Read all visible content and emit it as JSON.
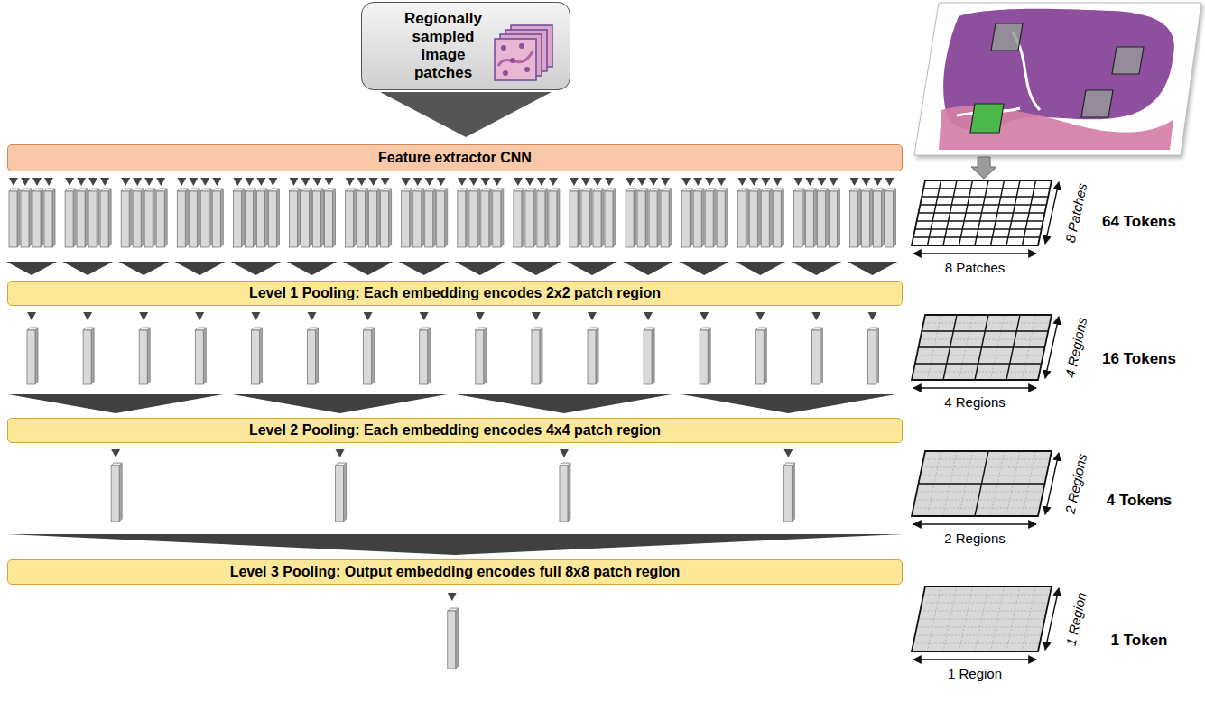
{
  "diagram": {
    "nodes": [
      {
        "text": [
          "Regionally sampled image patches"
        ]
      },
      {
        "text": [
          "Feature extractor CNN"
        ]
      },
      {
        "text": [
          "Level 1 Pooling: Each embedding encodes 2x2 patch region"
        ]
      },
      {
        "text": [
          "Level 2 Pooling: Each embedding encodes 4x4 patch region"
        ]
      },
      {
        "text": [
          "Level 3 Pooling: Output embedding encodes full 8x8 patch region"
        ]
      }
    ],
    "edges": [
      {
        "from": 0,
        "to": 1,
        "arrow": "to"
      }
    ],
    "labels": [
      "8 Patches",
      "64 Tokens",
      "8 Patches",
      "4 Regions",
      "16 Tokens",
      "4 Regions",
      "2 Regions",
      "4 Tokens",
      "2 Regions",
      "1 Region",
      "1 Token",
      "1 Region"
    ]
  }
}
